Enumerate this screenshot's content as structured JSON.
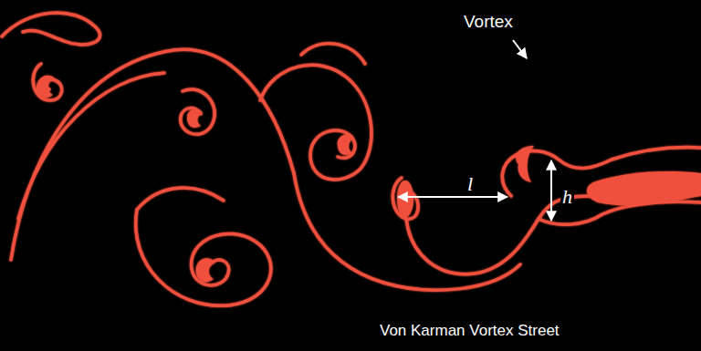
{
  "diagram": {
    "caption": "Von Karman Vortex Street",
    "labels": [
      "Vortex",
      "l",
      "h"
    ]
  }
}
